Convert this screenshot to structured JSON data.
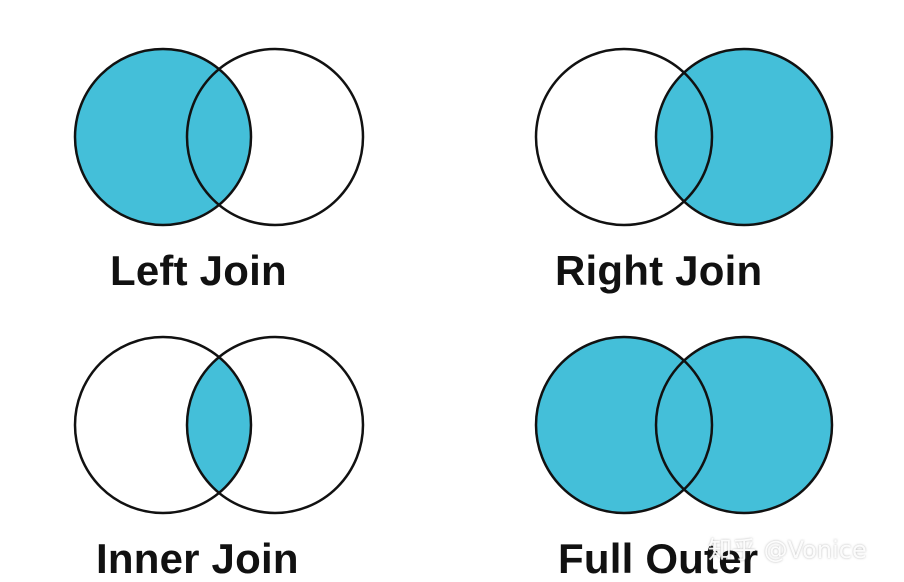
{
  "colors": {
    "fill": "#44BFD9",
    "stroke": "#111111",
    "background": "#ffffff"
  },
  "joins": {
    "left": {
      "label": "Left Join",
      "shade": "left"
    },
    "right": {
      "label": "Right Join",
      "shade": "right"
    },
    "inner": {
      "label": "Inner Join",
      "shade": "intersection"
    },
    "full": {
      "label": "Full Outer",
      "shade": "union"
    }
  },
  "watermark": "知乎 @Vonice"
}
